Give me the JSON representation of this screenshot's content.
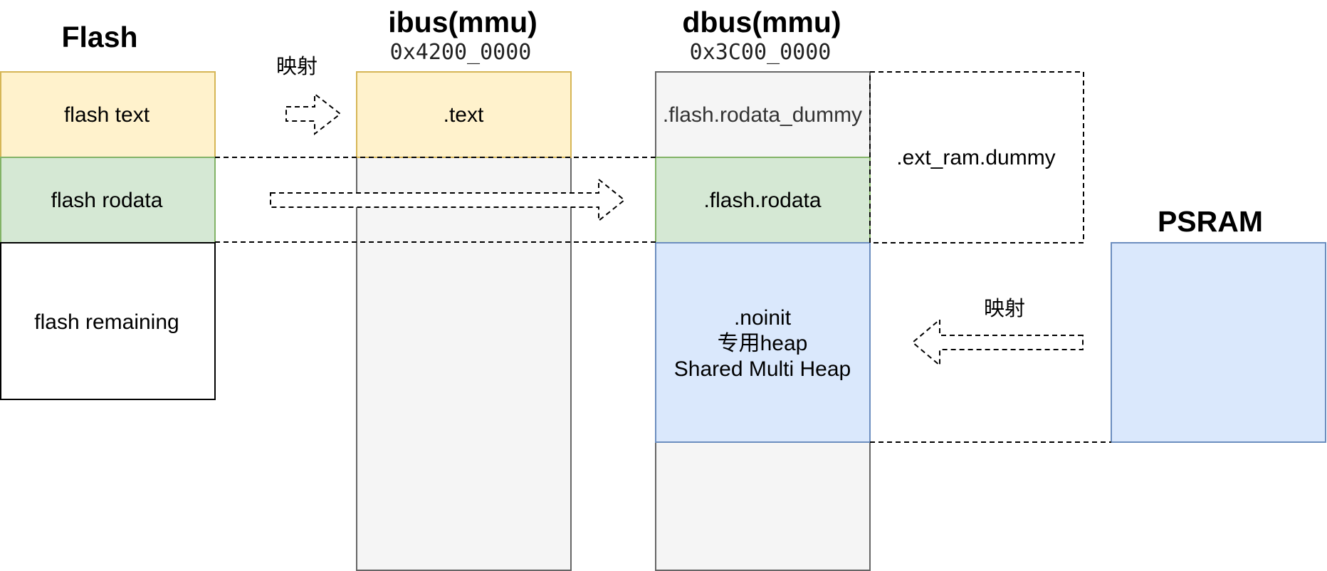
{
  "flash": {
    "title": "Flash",
    "text": "flash text",
    "rodata": "flash rodata",
    "remaining": "flash remaining"
  },
  "ibus": {
    "title": "ibus(mmu)",
    "address": "0x4200_0000",
    "text": ".text"
  },
  "dbus": {
    "title": "dbus(mmu)",
    "address": "0x3C00_0000",
    "rodata_dummy": ".flash.rodata_dummy",
    "rodata": ".flash.rodata",
    "heap_line1": ".noinit",
    "heap_line2": "专用heap",
    "heap_line3": "Shared Multi Heap"
  },
  "ext_ram": {
    "dummy": ".ext_ram.dummy"
  },
  "psram": {
    "title": "PSRAM"
  },
  "mapping": {
    "top_label": "映射",
    "psram_label": "映射"
  },
  "colors": {
    "text_fill": "#fff2cc",
    "text_stroke": "#d6b656",
    "rodata_fill": "#d5e8d4",
    "rodata_stroke": "#82b366",
    "heap_fill": "#dae8fc",
    "heap_stroke": "#6c8ebf",
    "bus_fill": "#f5f5f5",
    "bus_stroke": "#666666"
  }
}
